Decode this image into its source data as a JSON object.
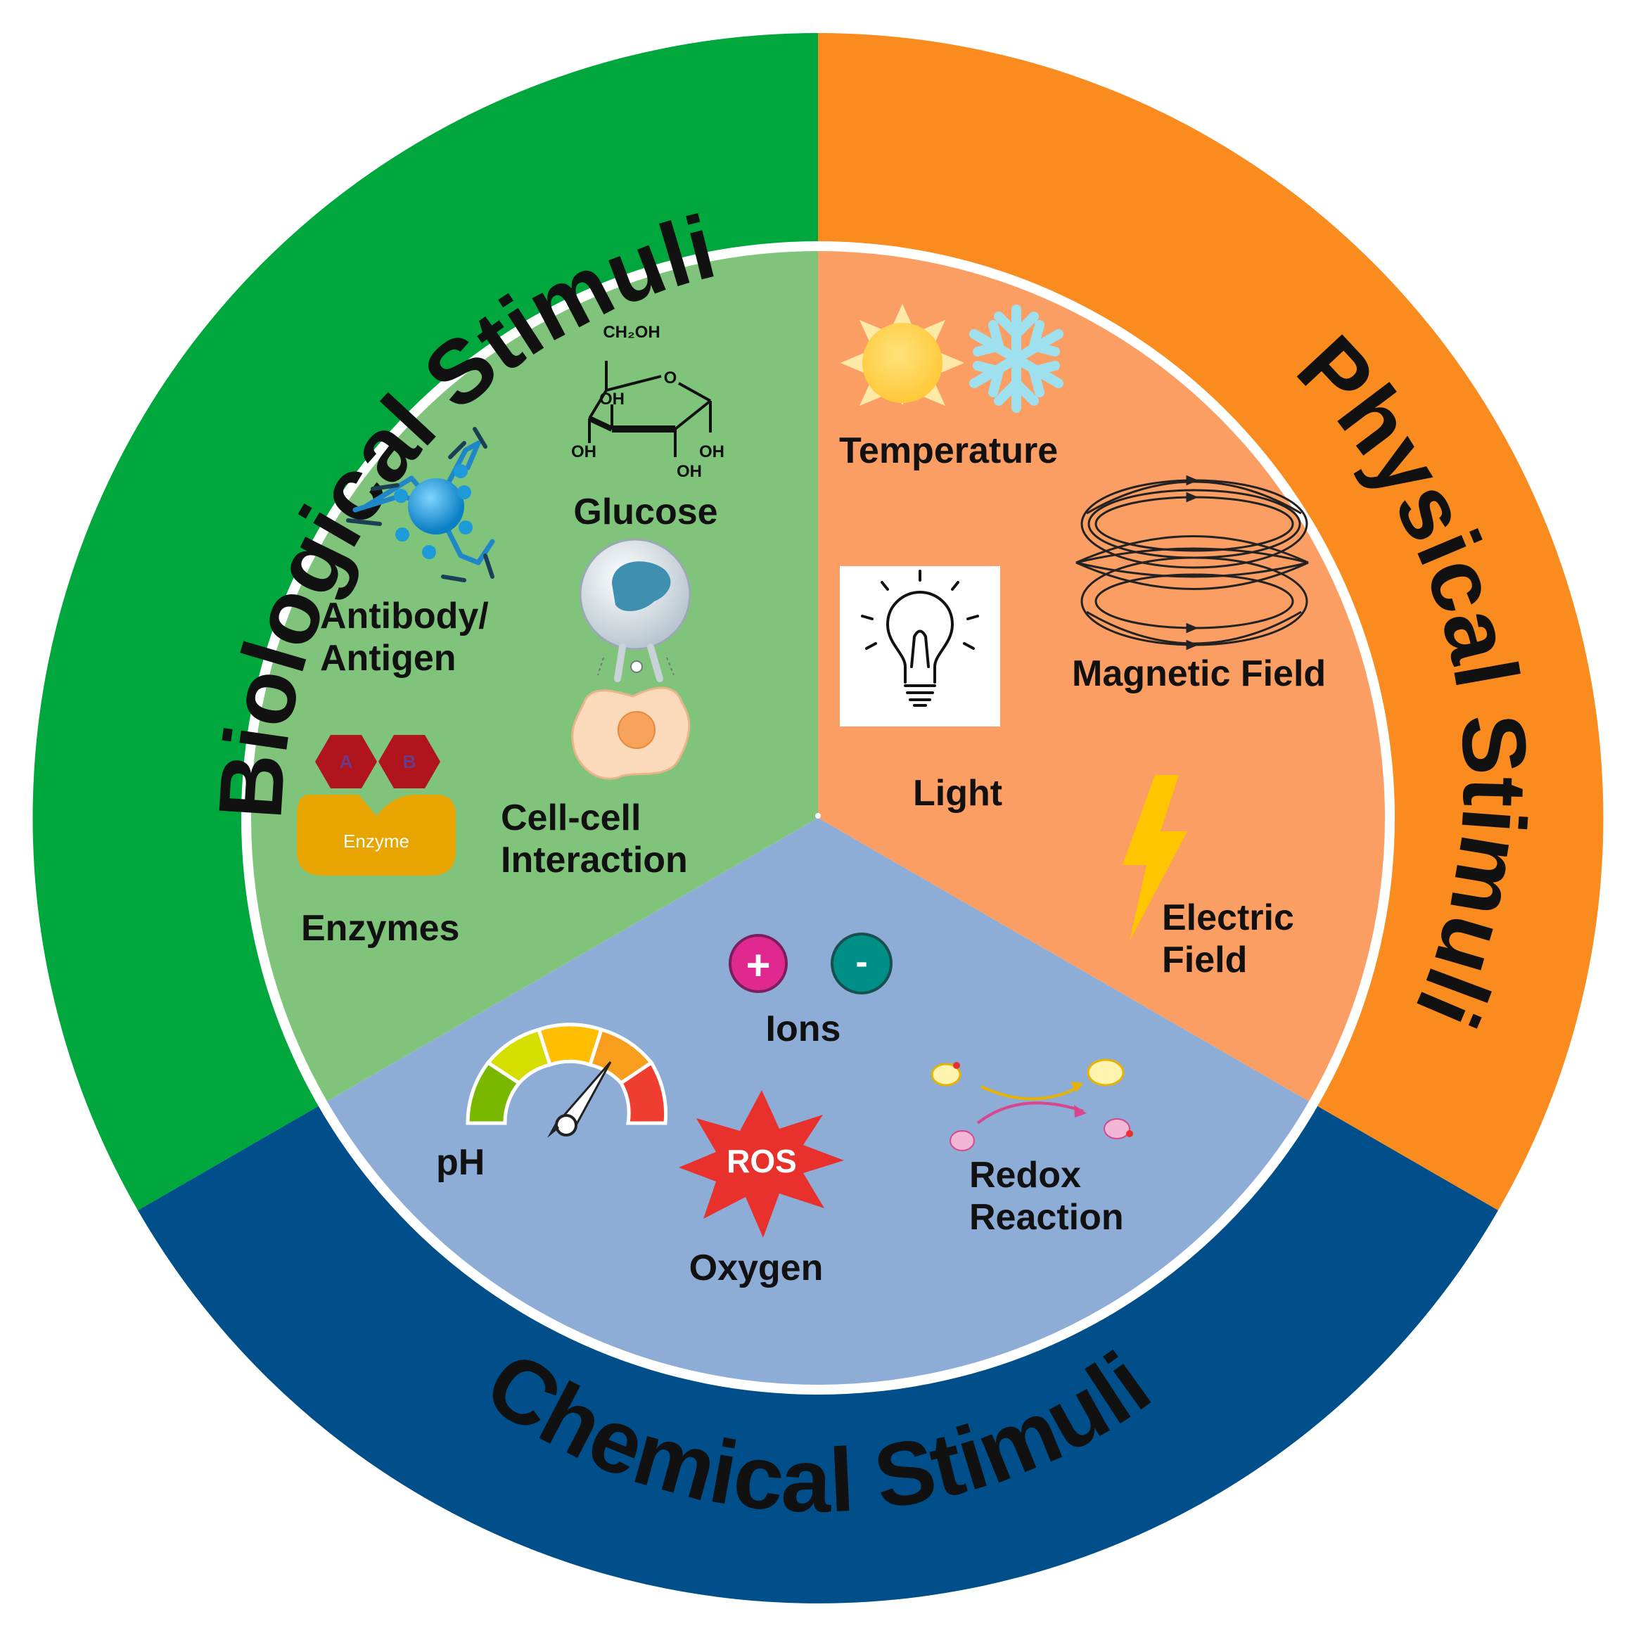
{
  "colors": {
    "biological_outer": "#00A73C",
    "biological_inner": "#80C47C",
    "physical_outer": "#F98B1F",
    "physical_inner": "#FB9E64",
    "chemical_outer": "#004F8A",
    "chemical_inner": "#8EADD6"
  },
  "ring_labels": {
    "biological": "Biological Stimuli",
    "physical": "Physical Stimuli",
    "chemical": "Chemical Stimuli"
  },
  "biological": {
    "glucose": "Glucose",
    "glucose_ch2oh": "CH₂OH",
    "glucose_o": "O",
    "glucose_oh": "OH",
    "antibody_line1": "Antibody/",
    "antibody_line2": "Antigen",
    "cell_line1": "Cell-cell",
    "cell_line2": "Interaction",
    "enzyme_block": "Enzyme",
    "enzymes": "Enzymes",
    "hex_a": "A",
    "hex_b": "B"
  },
  "physical": {
    "temperature": "Temperature",
    "magnetic_field": "Magnetic Field",
    "light": "Light",
    "electric_line1": "Electric",
    "electric_line2": "Field"
  },
  "chemical": {
    "ions": "Ions",
    "ion_plus": "+",
    "ion_minus": "-",
    "ph": "pH",
    "ros": "ROS",
    "oxygen": "Oxygen",
    "redox_line1": "Redox",
    "redox_line2": "Reaction"
  },
  "icons": [
    "sun-icon",
    "snowflake-icon",
    "light-bulb-icon",
    "magnetic-field-lines-icon",
    "lightning-bolt-icon",
    "antibody-icon",
    "glucose-molecule-icon",
    "cell-interaction-icon",
    "enzyme-icon",
    "ph-gauge-icon",
    "ros-burst-icon",
    "ion-icon",
    "redox-icon"
  ]
}
